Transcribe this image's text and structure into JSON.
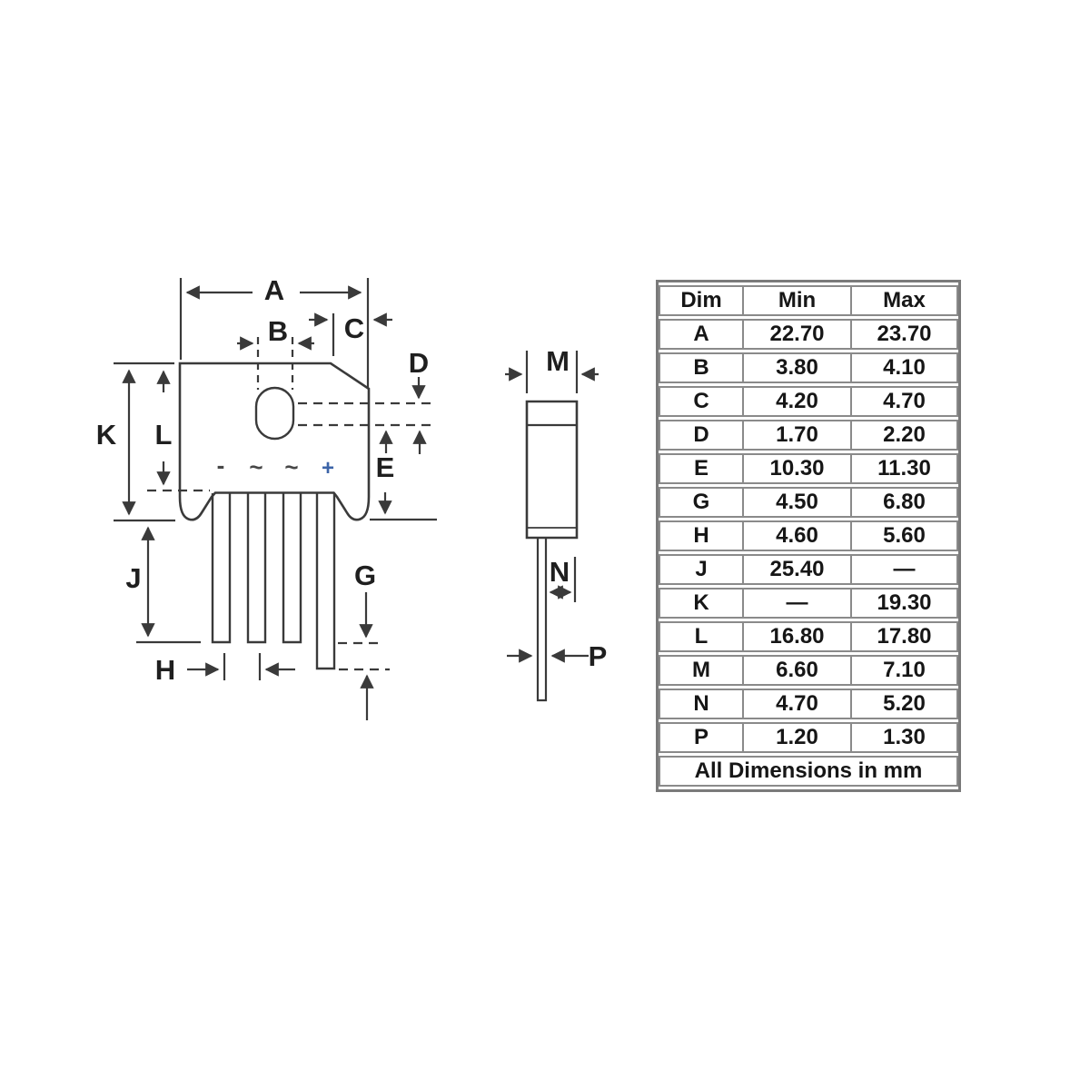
{
  "colors": {
    "background": "#ffffff",
    "line": "#3a3a3a",
    "label": "#1f1f1f",
    "table_border": "#8a8a8a",
    "plus_mark": "#3c64a8"
  },
  "front_view": {
    "labels": {
      "A": "A",
      "B": "B",
      "C": "C",
      "D": "D",
      "E": "E",
      "G": "G",
      "H": "H",
      "J": "J",
      "K": "K",
      "L": "L"
    },
    "polarity_marks": [
      "-",
      "~",
      "~",
      "+"
    ]
  },
  "side_view": {
    "labels": {
      "M": "M",
      "N": "N",
      "P": "P"
    }
  },
  "table": {
    "headers": [
      "Dim",
      "Min",
      "Max"
    ],
    "rows": [
      {
        "dim": "A",
        "min": "22.70",
        "max": "23.70"
      },
      {
        "dim": "B",
        "min": "3.80",
        "max": "4.10"
      },
      {
        "dim": "C",
        "min": "4.20",
        "max": "4.70"
      },
      {
        "dim": "D",
        "min": "1.70",
        "max": "2.20"
      },
      {
        "dim": "E",
        "min": "10.30",
        "max": "11.30"
      },
      {
        "dim": "G",
        "min": "4.50",
        "max": "6.80"
      },
      {
        "dim": "H",
        "min": "4.60",
        "max": "5.60"
      },
      {
        "dim": "J",
        "min": "25.40",
        "max": "—"
      },
      {
        "dim": "K",
        "min": "—",
        "max": "19.30"
      },
      {
        "dim": "L",
        "min": "16.80",
        "max": "17.80"
      },
      {
        "dim": "M",
        "min": "6.60",
        "max": "7.10"
      },
      {
        "dim": "N",
        "min": "4.70",
        "max": "5.20"
      },
      {
        "dim": "P",
        "min": "1.20",
        "max": "1.30"
      }
    ],
    "footer": "All Dimensions in mm"
  }
}
